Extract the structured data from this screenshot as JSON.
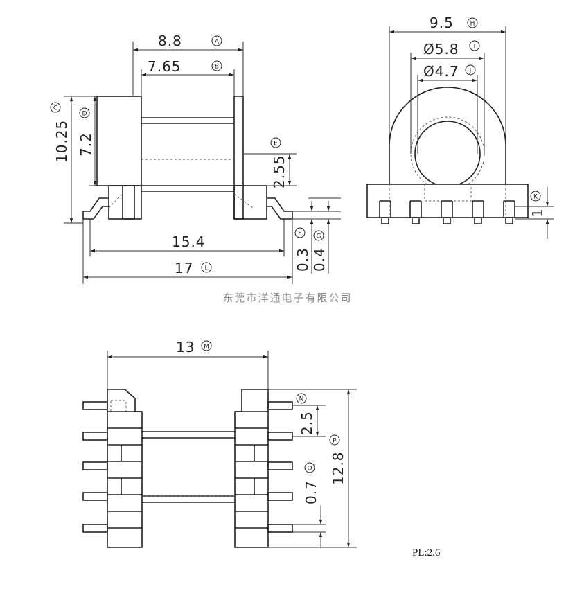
{
  "company": "东莞市洋通电子有限公司",
  "pl_label": "PL:2.6",
  "dimensions": [
    {
      "id": "A",
      "value": "8.8"
    },
    {
      "id": "B",
      "value": "7.65"
    },
    {
      "id": "C",
      "value": "10.25"
    },
    {
      "id": "D",
      "value": "7.2"
    },
    {
      "id": "E",
      "value": "2.55"
    },
    {
      "id": "F",
      "value": "0.3"
    },
    {
      "id": "G",
      "value": "0.4"
    },
    {
      "id": "H",
      "value": "9.5"
    },
    {
      "id": "I",
      "value": "Ø5.8"
    },
    {
      "id": "J",
      "value": "Ø4.7"
    },
    {
      "id": "K",
      "value": "1"
    },
    {
      "id": "L",
      "value": "15.4"
    },
    {
      "id": "L2",
      "value": "17"
    },
    {
      "id": "M",
      "value": "13"
    },
    {
      "id": "N",
      "value": "2.5"
    },
    {
      "id": "O",
      "value": "0.7"
    },
    {
      "id": "P",
      "value": "12.8"
    }
  ],
  "markers": {
    "A": "A",
    "B": "B",
    "C": "C",
    "D": "D",
    "E": "E",
    "F": "F",
    "G": "G",
    "H": "H",
    "I": "I",
    "J": "J",
    "K": "K",
    "L": "L",
    "M": "M",
    "N": "N",
    "O": "O",
    "P": "P"
  }
}
